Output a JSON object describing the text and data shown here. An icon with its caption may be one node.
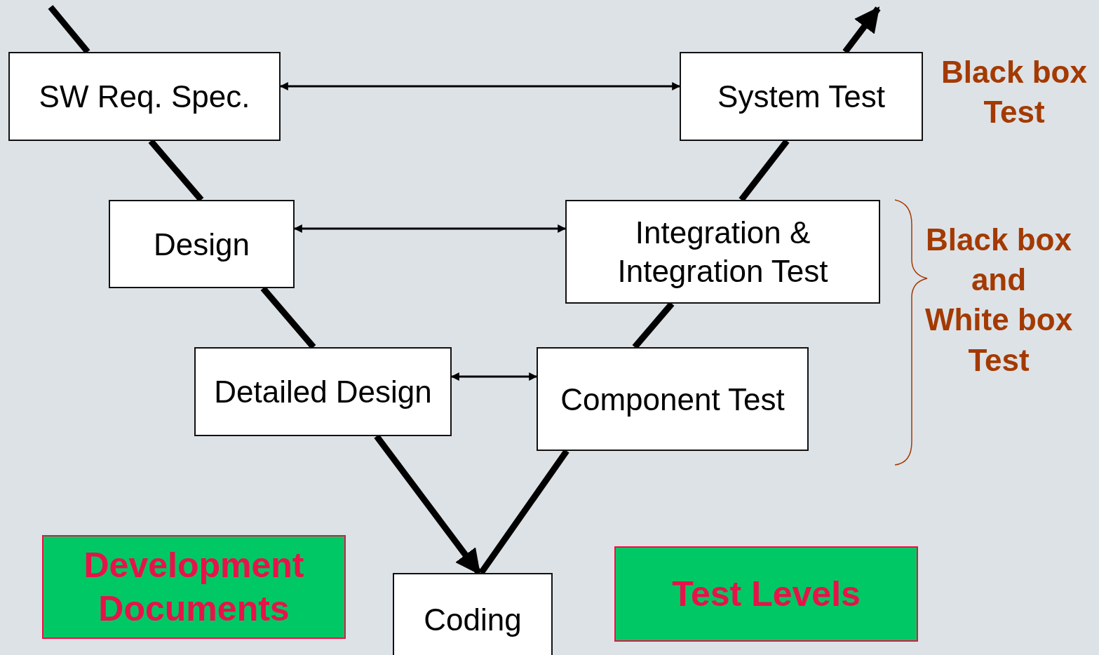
{
  "diagram": {
    "nodes": [
      {
        "text": [
          "SW Req. Spec."
        ]
      },
      {
        "text": [
          "System Test"
        ]
      },
      {
        "text": [
          "Design"
        ]
      },
      {
        "text": [
          "Integration & Integration Test"
        ]
      },
      {
        "text": [
          "Detailed Design"
        ]
      },
      {
        "text": [
          "Component Test"
        ]
      },
      {
        "text": [
          "Coding"
        ]
      },
      {
        "text": [
          "Development Documents"
        ]
      },
      {
        "text": [
          "Test Levels"
        ]
      }
    ],
    "edges": [
      {
        "from": null,
        "to": 0,
        "arrow": "none"
      },
      {
        "from": 0,
        "to": 2,
        "arrow": "none"
      },
      {
        "from": 2,
        "to": 4,
        "arrow": "none"
      },
      {
        "from": 4,
        "to": 6,
        "arrow": "to"
      },
      {
        "from": 6,
        "to": 5,
        "arrow": "none"
      },
      {
        "from": 5,
        "to": 3,
        "arrow": "none"
      },
      {
        "from": 3,
        "to": 1,
        "arrow": "none"
      },
      {
        "from": 1,
        "to": null,
        "arrow": "to"
      },
      {
        "from": 0,
        "to": 1,
        "arrow": "both"
      },
      {
        "from": 2,
        "to": 3,
        "arrow": "both"
      },
      {
        "from": 4,
        "to": 5,
        "arrow": "both"
      }
    ],
    "labels": [
      "Black box Test",
      "Black box and White box Test"
    ]
  }
}
